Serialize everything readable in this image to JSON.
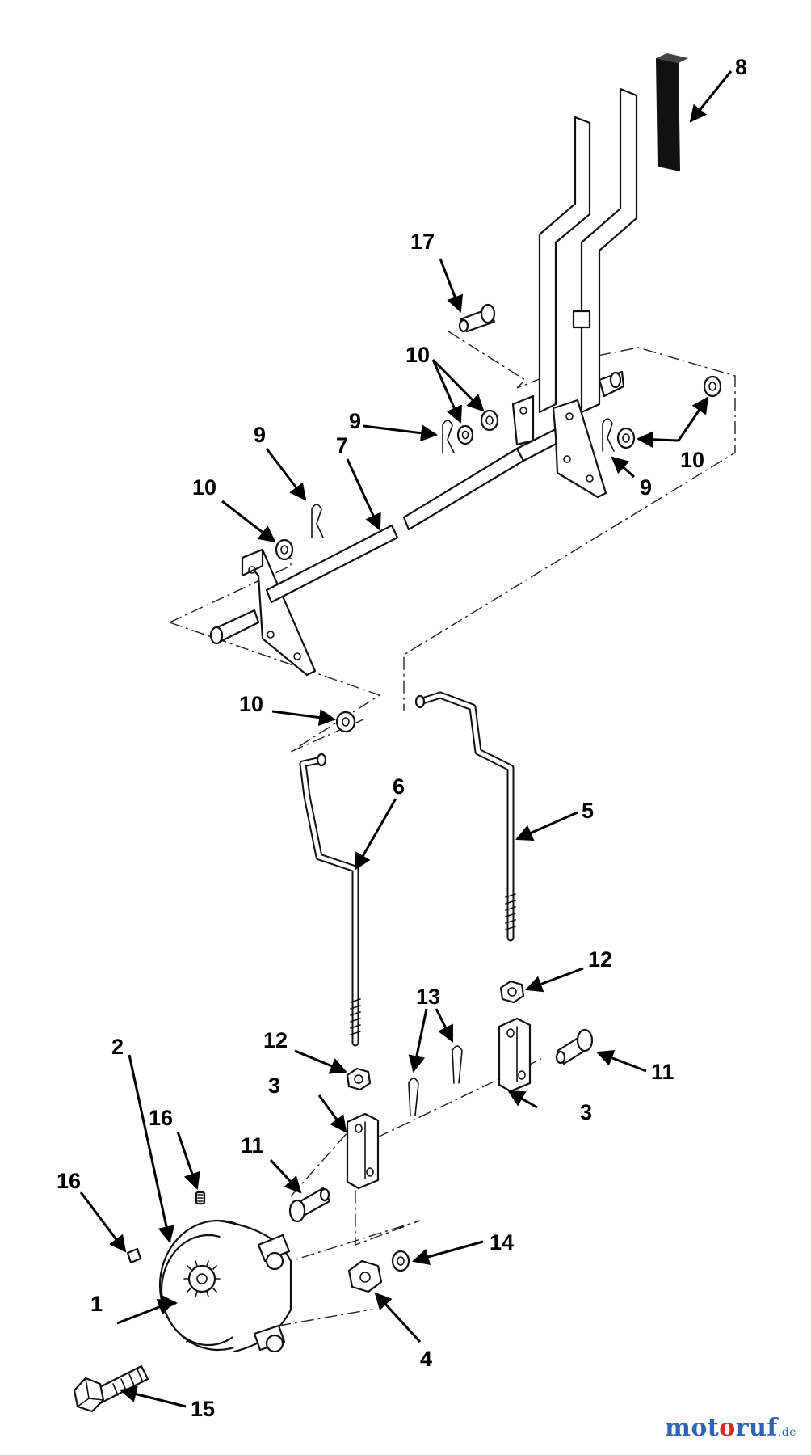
{
  "diagram": {
    "callouts": [
      "1",
      "2",
      "3",
      "3",
      "4",
      "5",
      "6",
      "7",
      "8",
      "9",
      "9",
      "9",
      "10",
      "10",
      "10",
      "10",
      "10",
      "11",
      "11",
      "12",
      "12",
      "13",
      "14",
      "15",
      "16",
      "16",
      "17"
    ]
  },
  "watermark": {
    "part1": "mot",
    "part2": "o",
    "part3": "ruf",
    "suffix": ".de"
  },
  "colors": {
    "brand_blue": "#2e63b5",
    "brand_red": "#d72a1e",
    "line": "#111111"
  }
}
